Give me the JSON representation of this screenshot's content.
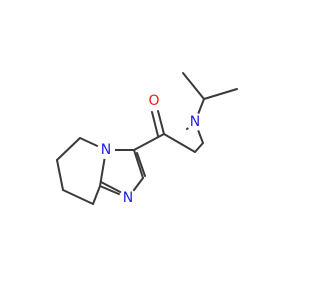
{
  "molecule": {
    "atoms": [
      {
        "id": "n-amide",
        "symbol": "N",
        "color": "#1f1fe0"
      },
      {
        "id": "o-carbonyl",
        "symbol": "O",
        "color": "#e01f1f"
      },
      {
        "id": "n-ring-bridge",
        "symbol": "N",
        "color": "#1f1fe0"
      },
      {
        "id": "n-imidazole",
        "symbol": "N",
        "color": "#1f1fe0"
      }
    ],
    "bond_color": "#3a3a3a"
  }
}
